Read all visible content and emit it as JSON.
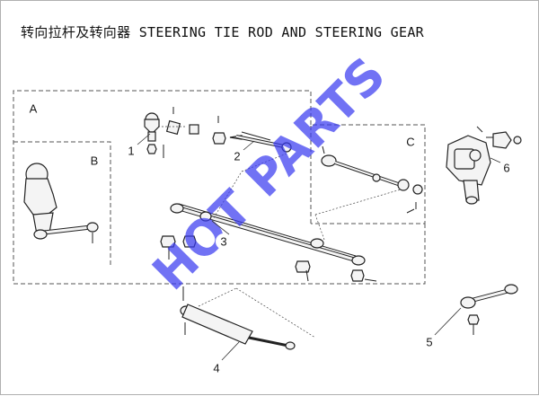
{
  "title": "转向拉杆及转向器 STEERING TIE ROD AND STEERING GEAR",
  "watermark": "HOT PARTS",
  "watermark_color": "#3a3cf0",
  "groups": [
    {
      "id": "group-a",
      "label": "A"
    },
    {
      "id": "group-b",
      "label": "B"
    },
    {
      "id": "group-c",
      "label": "C"
    }
  ],
  "callouts": [
    {
      "id": "part-1",
      "label": "1",
      "part": "tie-rod-end-ball-joint"
    },
    {
      "id": "part-2",
      "label": "2",
      "part": "tie-rod"
    },
    {
      "id": "part-3",
      "label": "3",
      "part": "center-link"
    },
    {
      "id": "part-4",
      "label": "4",
      "part": "steering-damper"
    },
    {
      "id": "part-5",
      "label": "5",
      "part": "idler-arm"
    },
    {
      "id": "part-6",
      "label": "6",
      "part": "steering-gear-box"
    }
  ]
}
